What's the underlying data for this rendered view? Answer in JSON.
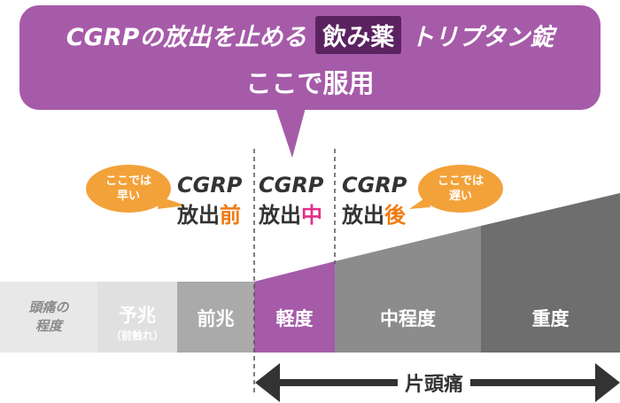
{
  "title": {
    "prefix": "CGRPの放出を止める",
    "tag": "飲み薬",
    "drug": "トリプタン錠",
    "line2": "ここで服用"
  },
  "phases": [
    {
      "cgrp": "CGRP",
      "label": "放出",
      "accent": "前",
      "accent_color": "#f07a10"
    },
    {
      "cgrp": "CGRP",
      "label": "放出",
      "accent": "中",
      "accent_color": "#e0308a"
    },
    {
      "cgrp": "CGRP",
      "label": "放出",
      "accent": "後",
      "accent_color": "#f07a10"
    }
  ],
  "timing_bubbles": {
    "early": {
      "line1": "ここでは",
      "line2": "早い"
    },
    "late": {
      "line1": "ここでは",
      "line2": "遅い"
    }
  },
  "severity_axis": {
    "line1": "頭痛の",
    "line2": "程度"
  },
  "stages": [
    {
      "label": "予兆",
      "sub": "（前触れ）"
    },
    {
      "label": "前兆"
    },
    {
      "label": "軽度"
    },
    {
      "label": "中程度"
    },
    {
      "label": "重度"
    }
  ],
  "arrow_label": "片頭痛",
  "colors": {
    "bubble": "#a65ba9",
    "tag_bg": "#5b2260",
    "orange_bubble": "#f3a23a",
    "mild": "#a55ba8",
    "gray_light": "#e0e0e0",
    "gray_mid": "#aaaaaa",
    "gray_dark": "#8c8c8c",
    "gray_darker": "#6e6e6e",
    "arrow": "#333333"
  }
}
